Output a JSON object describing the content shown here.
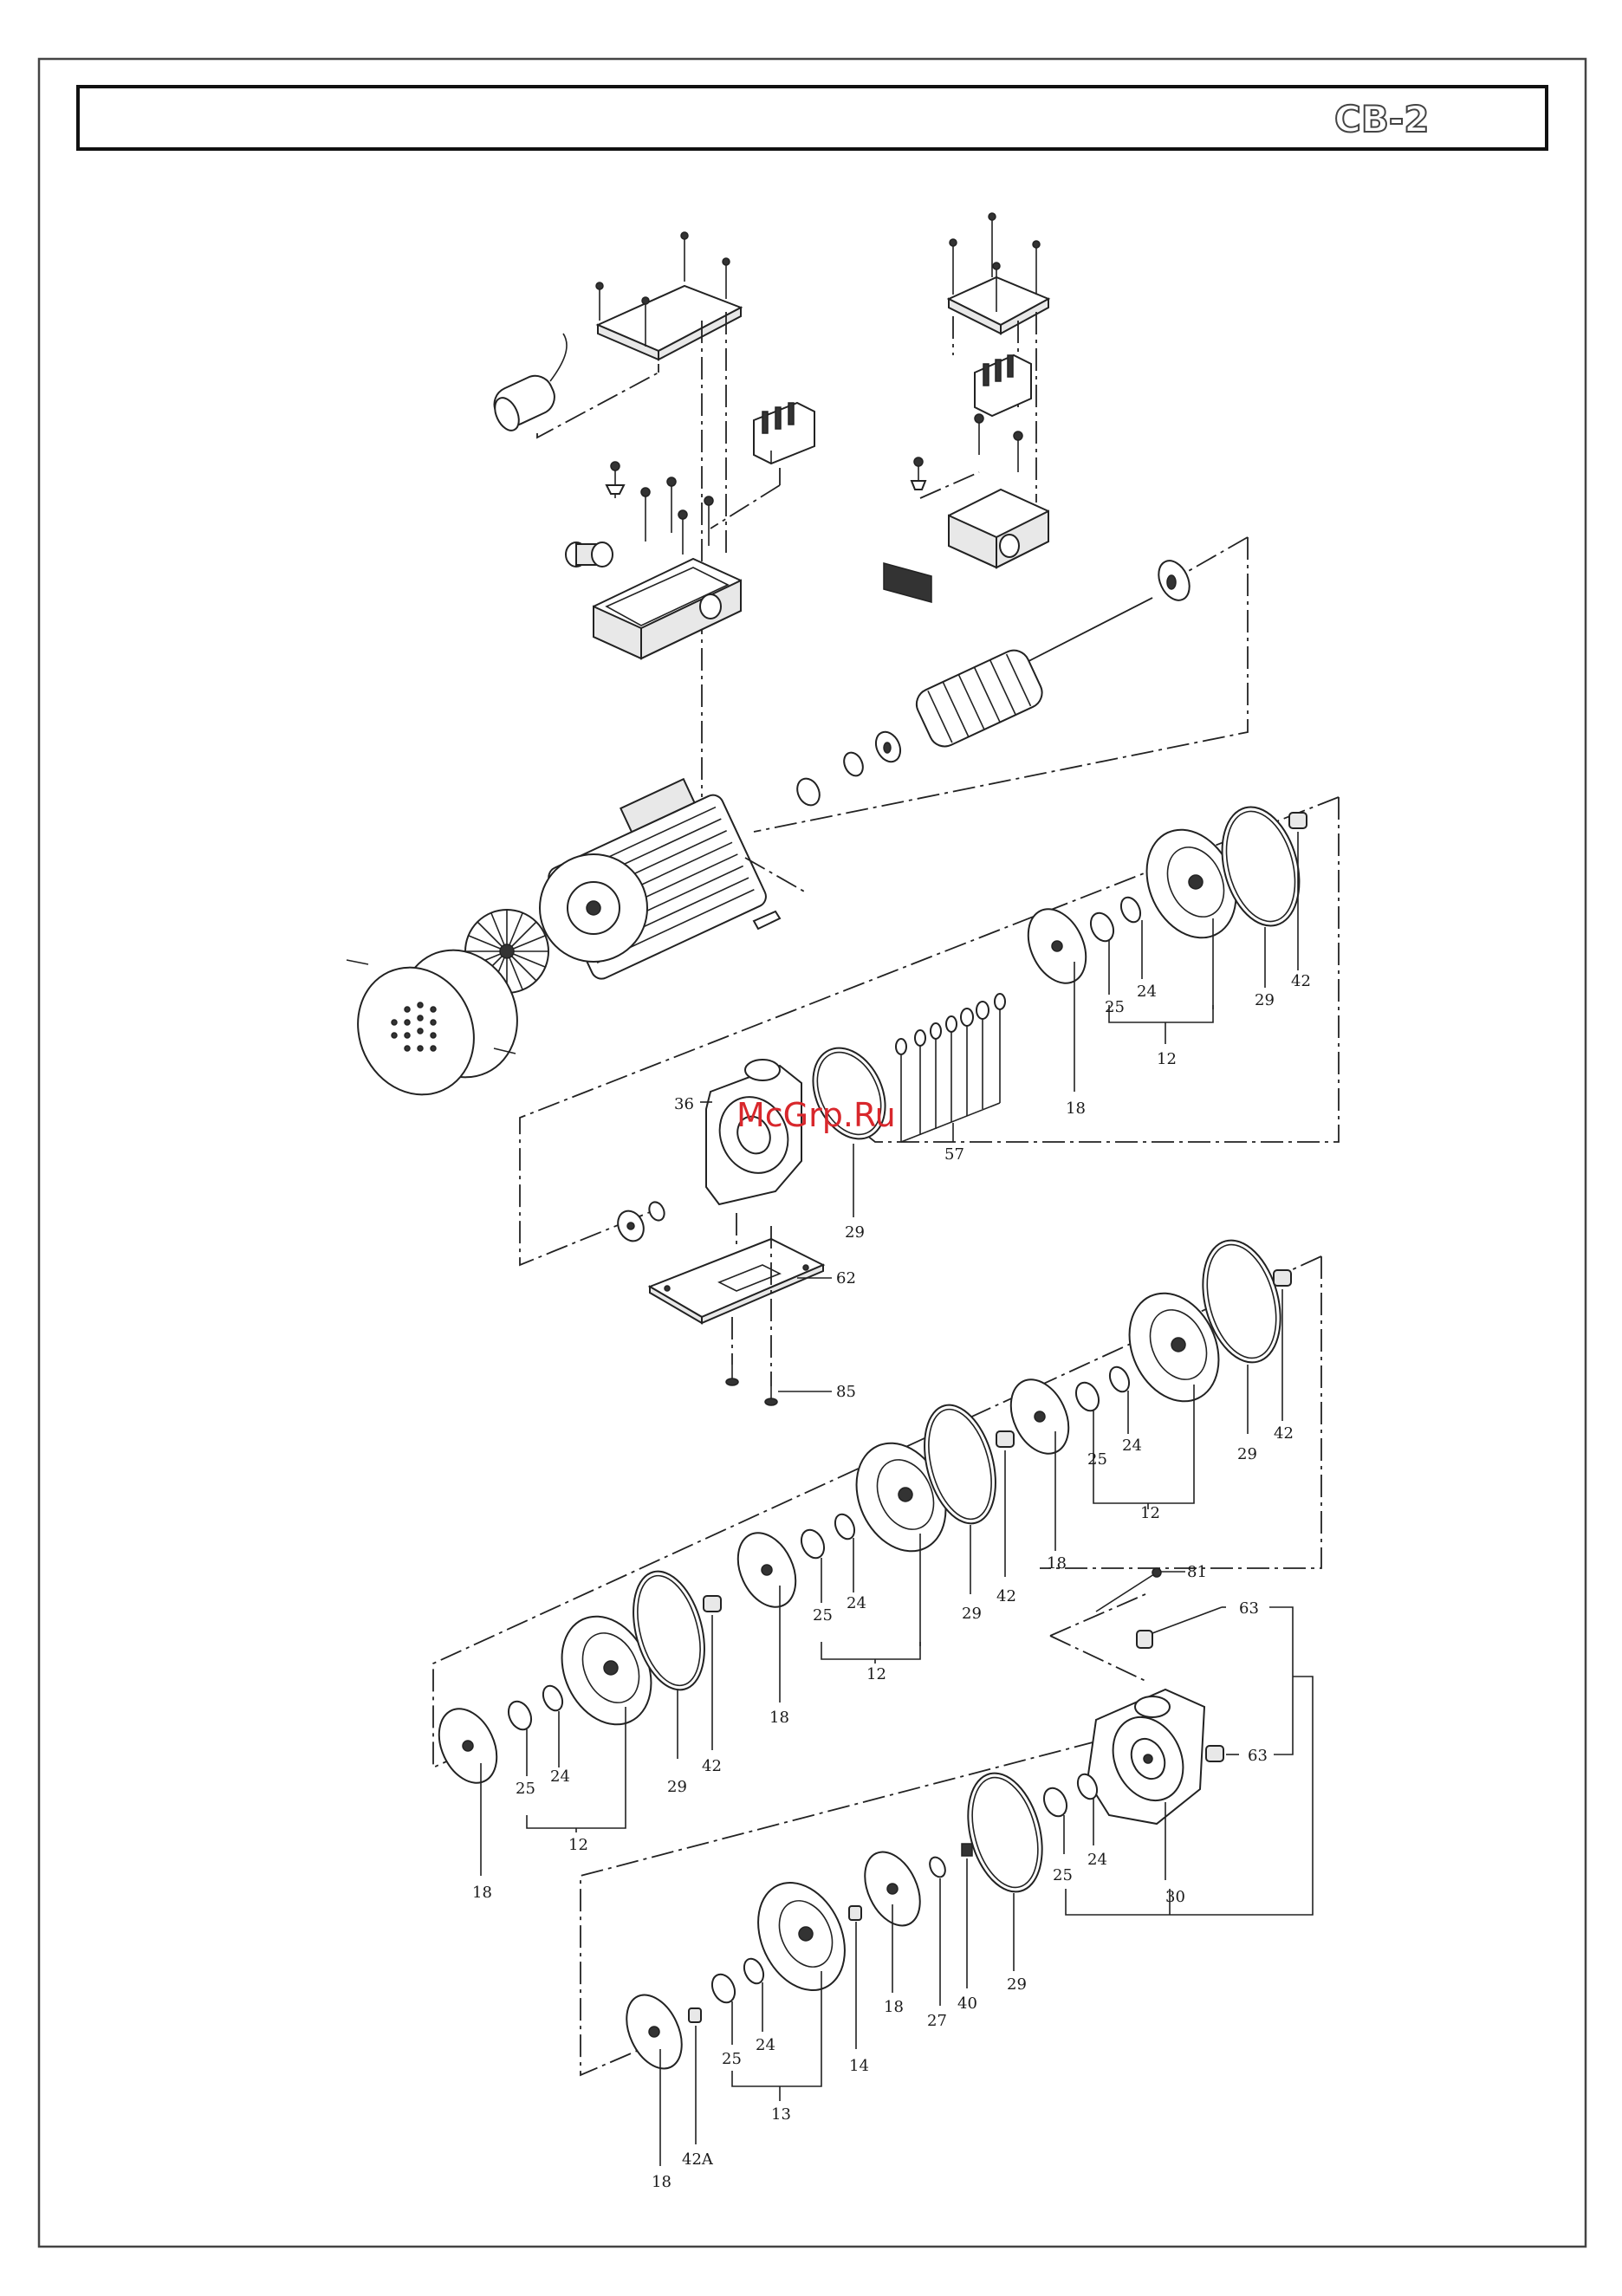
{
  "header": {
    "code": "CB-2"
  },
  "watermark": "McGrp.Ru",
  "labels": {
    "l36": "36",
    "l57": "57",
    "l29a": "29",
    "l62": "62",
    "l85": "85",
    "l18a": "18",
    "l25a": "25",
    "l24a": "24",
    "l12a": "12",
    "l29b": "29",
    "l42a": "42",
    "l18b": "18",
    "l25b": "25",
    "l24b": "24",
    "l12b": "12",
    "l29c": "29",
    "l42b": "42",
    "l18c": "18",
    "l25c": "25",
    "l24c": "24",
    "l12c": "12",
    "l29d": "29",
    "l42c": "42",
    "l18d": "18",
    "l25d": "25",
    "l24d": "24",
    "l12d": "12",
    "l29e": "29",
    "l42d": "42",
    "l81": "81",
    "l63a": "63",
    "l63b": "63",
    "l30": "30",
    "l25e": "25",
    "l24e": "24",
    "l29f": "29",
    "l40": "40",
    "l27": "27",
    "l18e": "18",
    "l14": "14",
    "l24f": "24",
    "l25f": "25",
    "l13": "13",
    "l42A": "42A",
    "l18f": "18"
  }
}
